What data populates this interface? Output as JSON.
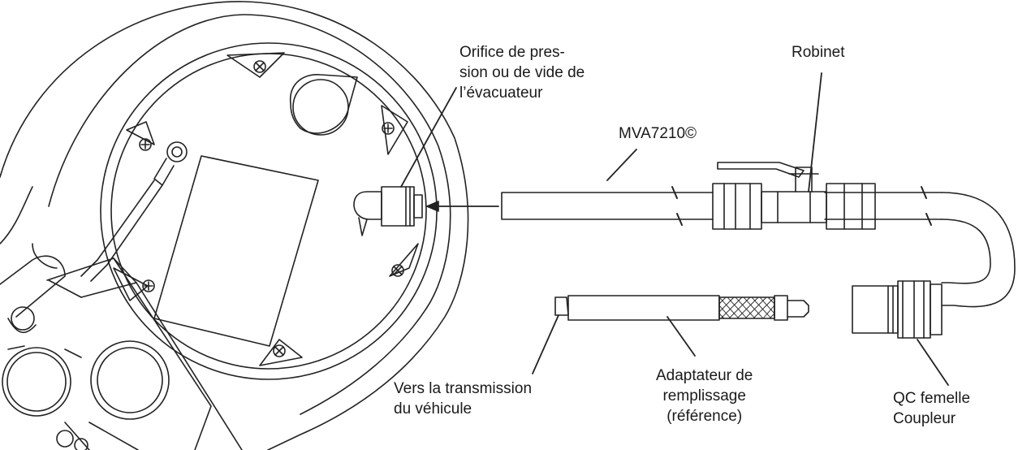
{
  "labels": {
    "evacuator_port": [
      "Orifice de pres-",
      "sion ou de vide de",
      "l’évacuateur"
    ],
    "valve": [
      "Robinet"
    ],
    "hose": [
      "MVA7210©"
    ],
    "transmission": [
      "Vers la transmission",
      "du véhicule"
    ],
    "fill_adapter": [
      "Adaptateur de",
      "remplissage",
      "(référence)"
    ],
    "coupler": [
      "QC femelle",
      "Coupleur"
    ]
  }
}
